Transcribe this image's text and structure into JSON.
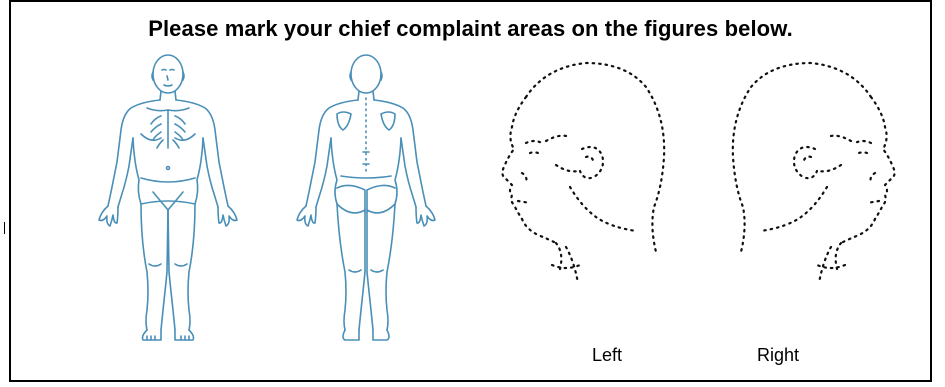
{
  "form": {
    "instruction": "Please mark your chief complaint areas on the figures below.",
    "figures": {
      "body_front": {
        "icon": "human-body-front-icon",
        "color": "#4a8fb8"
      },
      "body_back": {
        "icon": "human-body-back-icon",
        "color": "#4a8fb8"
      },
      "head_left": {
        "icon": "head-profile-left-icon",
        "caption": "Left"
      },
      "head_right": {
        "icon": "head-profile-right-icon",
        "caption": "Right"
      }
    }
  }
}
